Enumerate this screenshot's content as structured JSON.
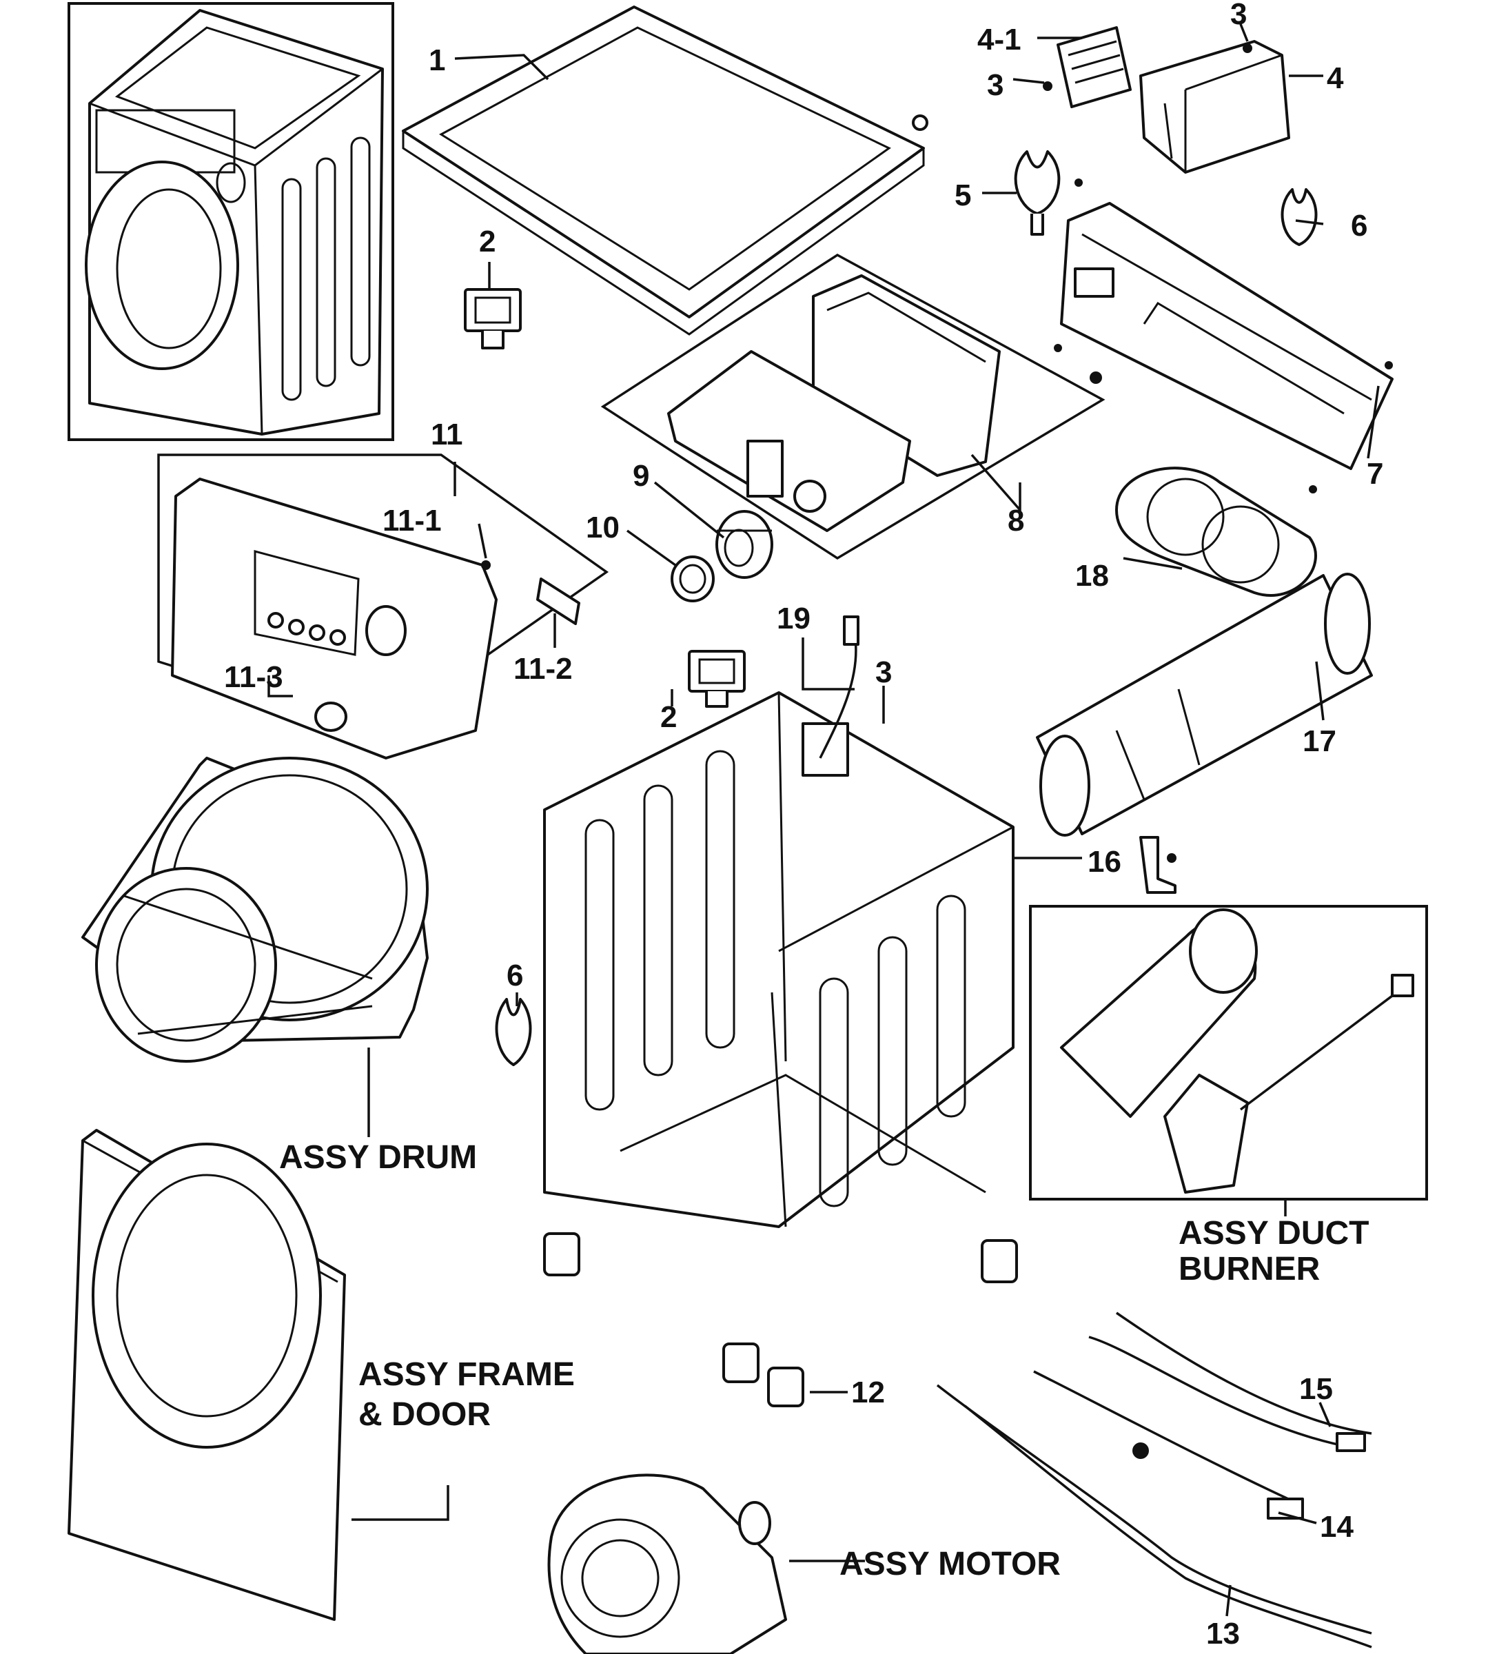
{
  "labels": {
    "p1": "1",
    "p2_top": "2",
    "p2_mid": "2",
    "p3_top": "3",
    "p3_left": "3",
    "p3_mid": "3",
    "p4_1": "4-1",
    "p4": "4",
    "p5": "5",
    "p6_top": "6",
    "p6_left": "6",
    "p7": "7",
    "p8": "8",
    "p9": "9",
    "p10": "10",
    "p11": "11",
    "p11_1": "11-1",
    "p11_2": "11-2",
    "p11_3": "11-3",
    "p12": "12",
    "p13": "13",
    "p14": "14",
    "p15": "15",
    "p16": "16",
    "p17": "17",
    "p18": "18",
    "p19": "19",
    "assy_drum": "ASSY DRUM",
    "assy_frame_1": "ASSY FRAME",
    "assy_frame_2": "& DOOR",
    "assy_duct_1": "ASSY DUCT",
    "assy_duct_2": "BURNER",
    "assy_motor": "ASSY MOTOR"
  }
}
